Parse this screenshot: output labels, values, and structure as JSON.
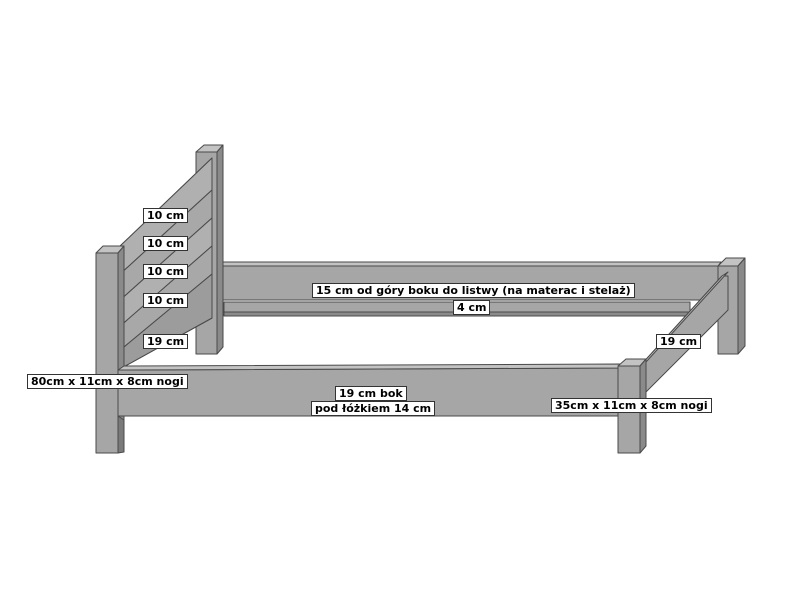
{
  "labels": {
    "slat_1": "10 cm",
    "slat_2": "10 cm",
    "slat_3": "10 cm",
    "slat_4": "10 cm",
    "headboard_bottom_gap": "19 cm",
    "head_legs": "80cm x 11cm x 8cm nogi",
    "inner_rail_offset": "15 cm od góry boku do listwy (na materac i stelaż)",
    "inner_rail_height": "4 cm",
    "foot_board_height": "19 cm",
    "side_rail_line1": "19 cm bok",
    "side_rail_line2": "pod łóżkiem 14 cm",
    "foot_legs": "35cm x 11cm x 8cm nogi"
  },
  "colors": {
    "wood_front": "#a6a6a6",
    "wood_top": "#c3c3c3",
    "wood_side": "#8a8a8a",
    "outline": "#4a4a4a",
    "label_border": "#333333"
  }
}
